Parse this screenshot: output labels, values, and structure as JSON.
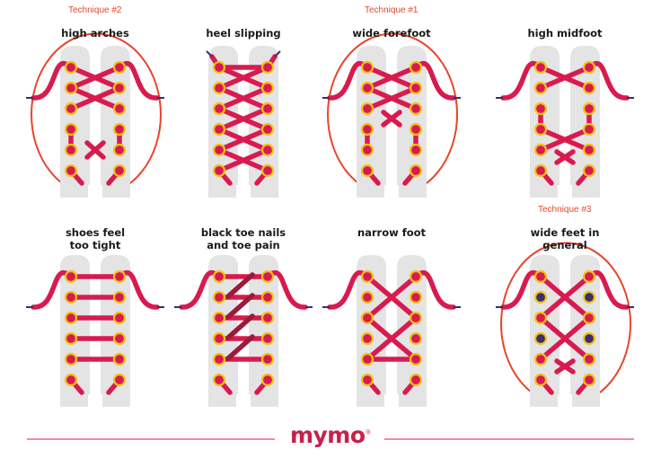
{
  "colors": {
    "lace": "#d81b4f",
    "lace_dark": "#9c1a3c",
    "eyelet_ring": "#f2c21b",
    "eyelet_hole": "#3a2f6b",
    "shoe_panel": "#e4e4e4",
    "highlight_ring": "#e8452b",
    "divider": "#c8204a"
  },
  "technique_labels": [
    {
      "text": "Technique #2",
      "panel": 0
    },
    {
      "text": "Technique #1",
      "panel": 2
    },
    {
      "text": "Technique #3",
      "panel": 7
    }
  ],
  "panels": [
    {
      "title": "high arches",
      "pattern": "high-arches",
      "highlighted": true
    },
    {
      "title": "heel slipping",
      "pattern": "heel-slipping",
      "highlighted": false
    },
    {
      "title": "wide forefoot",
      "pattern": "wide-forefoot",
      "highlighted": true
    },
    {
      "title": "high midfoot",
      "pattern": "high-midfoot",
      "highlighted": false
    },
    {
      "title": "shoes feel\ntoo tight",
      "pattern": "too-tight",
      "highlighted": false
    },
    {
      "title": "black toe nails\nand toe pain",
      "pattern": "toe-pain",
      "highlighted": false
    },
    {
      "title": "narrow foot",
      "pattern": "narrow-foot",
      "highlighted": false
    },
    {
      "title": "wide feet in\ngeneral",
      "pattern": "wide-feet",
      "highlighted": true
    }
  ],
  "brand": {
    "logo_text": "mymo",
    "reg_mark": "®"
  }
}
